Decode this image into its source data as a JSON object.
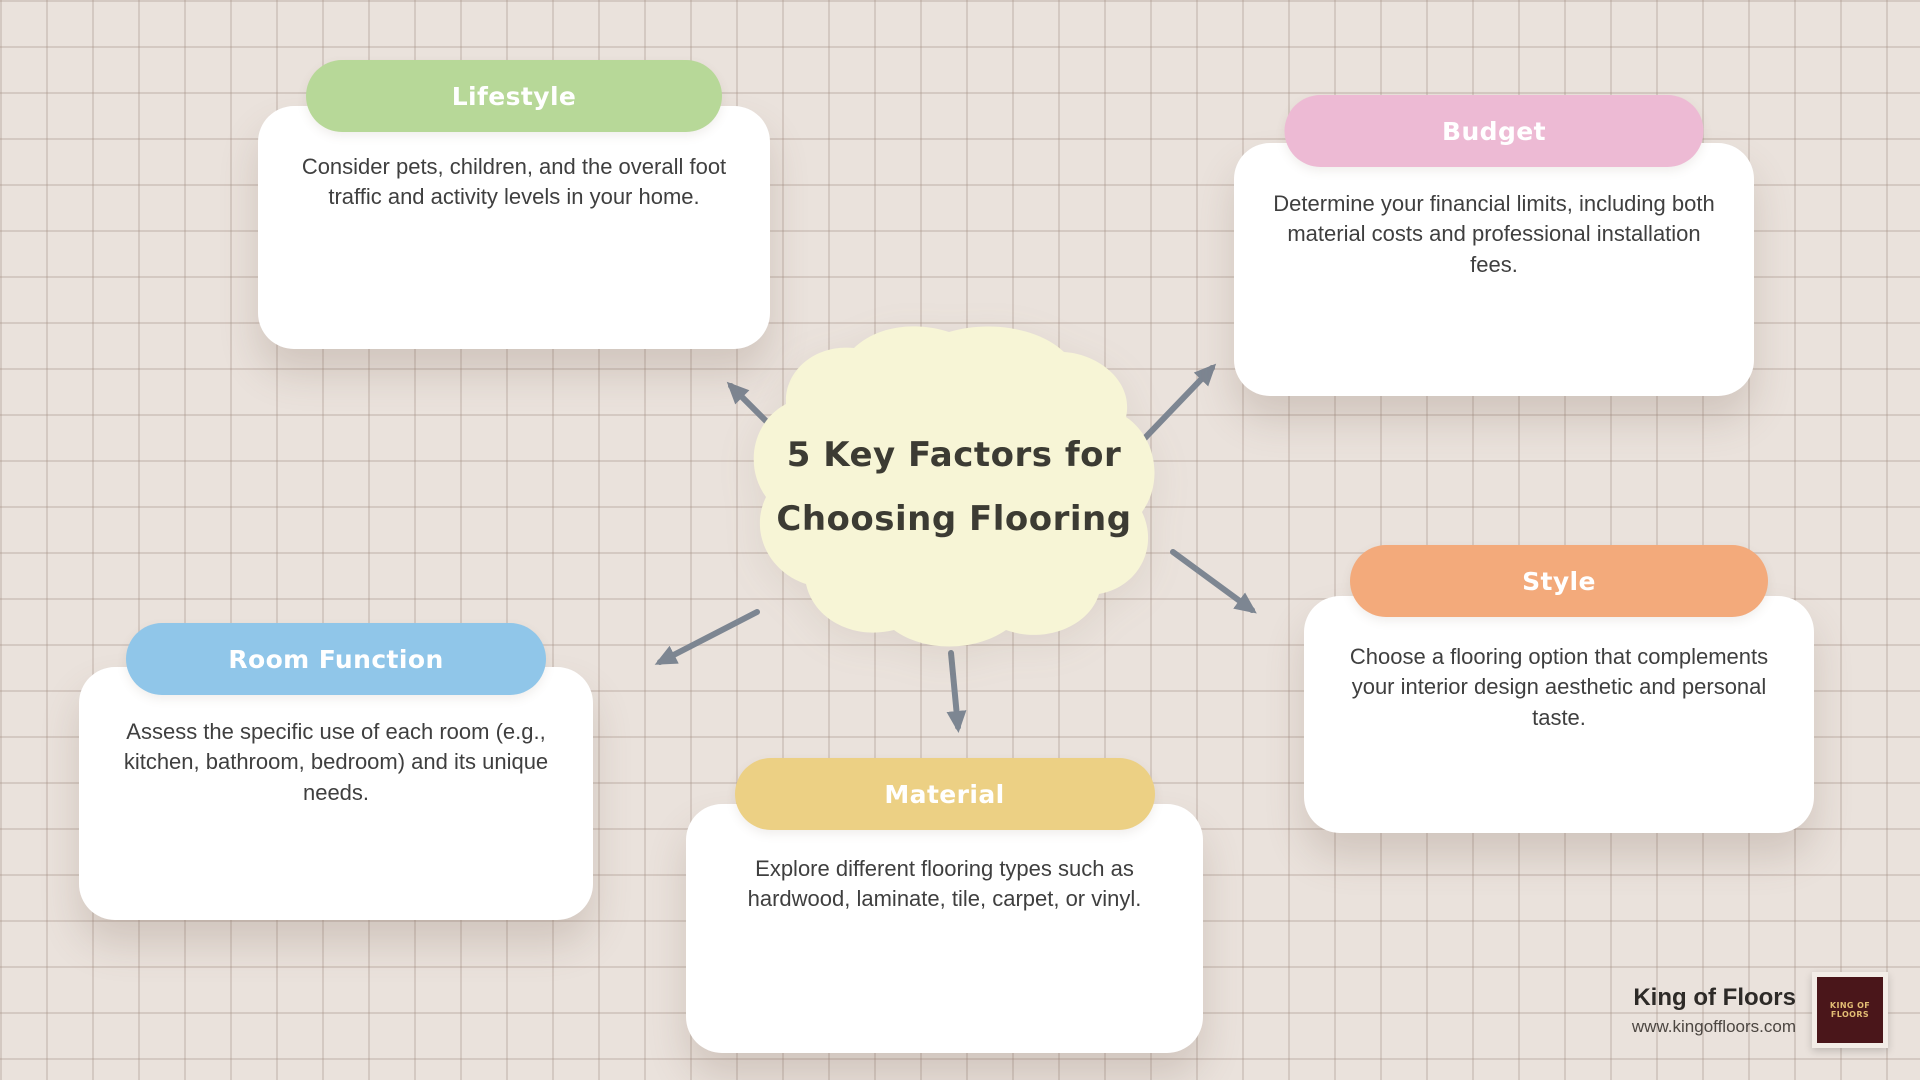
{
  "theme": {
    "background_color": "#eae2dc",
    "grid_color": "#d9cec7",
    "arrow_color": "#7d8692",
    "card_text_color": "#3f3f3f",
    "title_color": "#3c3b33"
  },
  "center": {
    "title_line1": "5 Key Factors for",
    "title_line2": "Choosing Flooring",
    "blob_color": "#f7f5d6"
  },
  "cards": [
    {
      "label": "Lifestyle",
      "pill_color": "#b7d898",
      "text": "Consider pets, children, and the overall foot traffic and activity levels in your home."
    },
    {
      "label": "Budget",
      "pill_color": "#edbad4",
      "text": "Determine your financial limits, including both material costs and professional installation fees."
    },
    {
      "label": "Style",
      "pill_color": "#f3aa7b",
      "text": "Choose a flooring option that complements your interior design aesthetic and personal taste."
    },
    {
      "label": "Room Function",
      "pill_color": "#90c6e9",
      "text": "Assess the specific use of each room (e.g., kitchen, bathroom, bedroom) and its unique needs."
    },
    {
      "label": "Material",
      "pill_color": "#ecd084",
      "text": "Explore different flooring types such as hardwood, laminate, tile, carpet, or vinyl."
    }
  ],
  "footer": {
    "brand": "King of Floors",
    "website": "www.kingoffloors.com",
    "logo_text": "KING OF FLOORS",
    "logo_bg": "#4a161a",
    "logo_text_color": "#e3bd74"
  }
}
